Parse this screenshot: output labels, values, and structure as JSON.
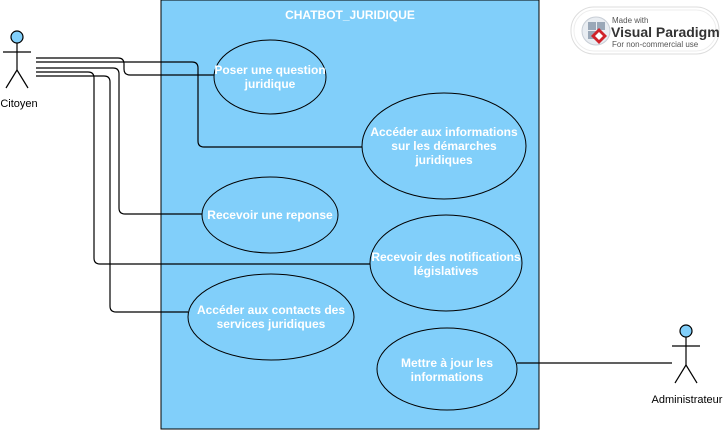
{
  "system": {
    "title": "CHATBOT_JURIDIQUE"
  },
  "actors": {
    "citoyen": {
      "label": "Citoyen"
    },
    "administrateur": {
      "label": "Administrateur"
    }
  },
  "use_cases": {
    "poser_question": [
      "Poser une question",
      "juridique"
    ],
    "acceder_infos": [
      "Accéder aux informations",
      "sur les démarches",
      "juridiques"
    ],
    "recevoir_reponse": [
      "Recevoir une reponse"
    ],
    "recevoir_notifs": [
      "Recevoir des notifications",
      "législatives"
    ],
    "acceder_contacts": [
      "Accéder aux contacts des",
      "services juridiques"
    ],
    "mettre_a_jour": [
      "Mettre à jour les",
      "informations"
    ]
  },
  "watermark": {
    "line1": "Made with",
    "line2": "Visual Paradigm",
    "line3": "For non-commercial use"
  },
  "colors": {
    "system_fill": "#81CFFA",
    "usecase_fill": "#81CFFA",
    "actor_head": "#81CFFA",
    "stroke": "#000000"
  }
}
